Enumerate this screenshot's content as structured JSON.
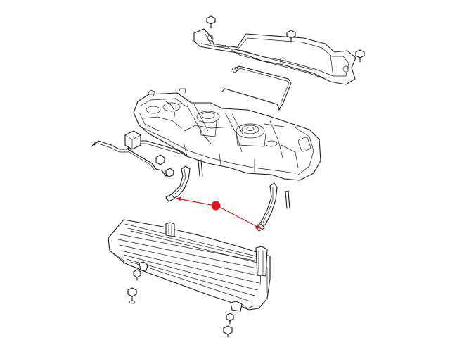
{
  "diagram": {
    "colors": {
      "line_art": "#1a1a1a",
      "background": "#ffffff",
      "callout": "#e0161b"
    },
    "parts": [
      "skid-plate-upper",
      "fuel-line-upper",
      "fuel-tank",
      "fuel-filter-line",
      "fuel-tank-strap-left",
      "fuel-tank-strap-right",
      "skid-plate-lower",
      "bolts"
    ],
    "callout": {
      "targets": [
        "fuel-tank-strap-left",
        "fuel-tank-strap-right"
      ]
    }
  }
}
